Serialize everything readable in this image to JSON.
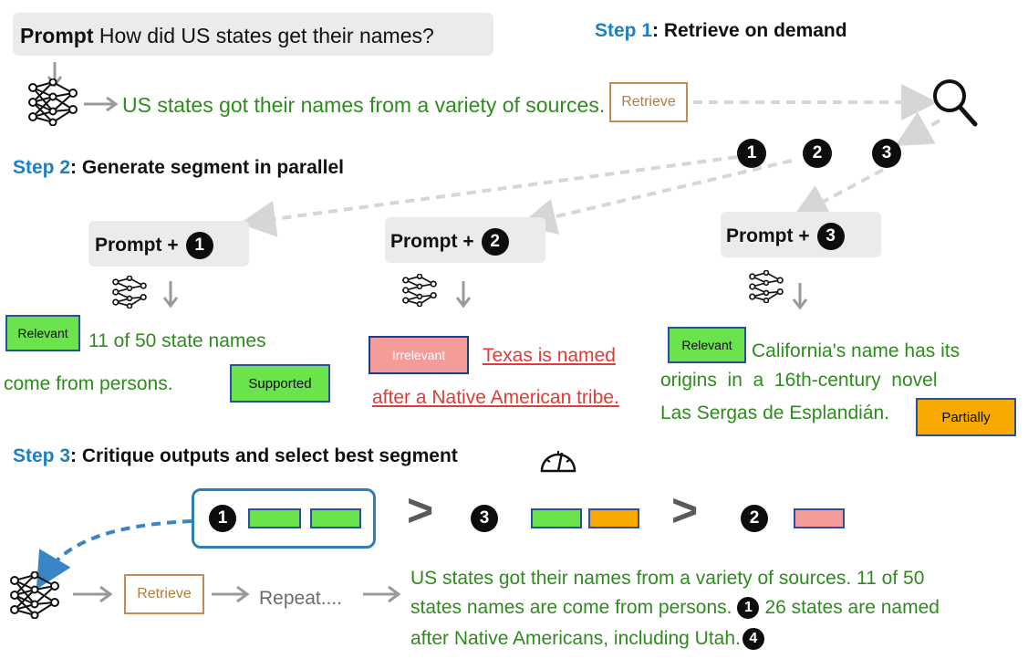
{
  "prompt": {
    "label": "Prompt",
    "question": "How did US states get their names?"
  },
  "initial_output": "US states got their names from a variety of sources.",
  "retrieve_label": "Retrieve",
  "step1": {
    "num": "Step 1",
    "title": ": Retrieve on demand"
  },
  "step2": {
    "num": "Step 2",
    "title": ": Generate segment in parallel"
  },
  "step3": {
    "num": "Step 3",
    "title": ": Critique outputs and select best segment"
  },
  "passage_nums": [
    "1",
    "2",
    "3"
  ],
  "prompt_plus": "Prompt +",
  "segments": [
    {
      "tag": "Relevant",
      "line1": "11 of 50 state names",
      "line2": "come from persons.",
      "tag2": "Supported"
    },
    {
      "tag": "Irrelevant",
      "line1": "Texas is named",
      "line2": "after a Native American tribe."
    },
    {
      "tag": "Relevant",
      "line1": "California's name has its",
      "line2": "origins  in  a  16th-century  novel",
      "line3": "Las Sergas de Esplandián.",
      "tag2": "Partially"
    }
  ],
  "ranking": {
    "gt": ">"
  },
  "bottom": {
    "retrieve": "Retrieve",
    "repeat": "Repeat....",
    "final_line1": "US states got their names from a variety of sources. 11 of 50",
    "final_line2a": "states names are come from persons.",
    "final_line2b": "26 states are named",
    "final_line3": "after Native Americans, including Utah.",
    "final_num1": "1",
    "final_num4": "4"
  },
  "colors": {
    "green_text": "#2e8b1e",
    "step_blue": "#1e7fc1",
    "relevant": "#6ae34c",
    "irrelevant": "#f59b98",
    "partially": "#f7a900",
    "retrieve_border": "#c48a52",
    "dash_gray": "#d6d6d6",
    "dash_blue": "#3a86c4"
  },
  "icons": [
    "network-icon",
    "magnifier-icon",
    "gauge-icon",
    "arrow-right-icon",
    "arrow-down-icon"
  ]
}
